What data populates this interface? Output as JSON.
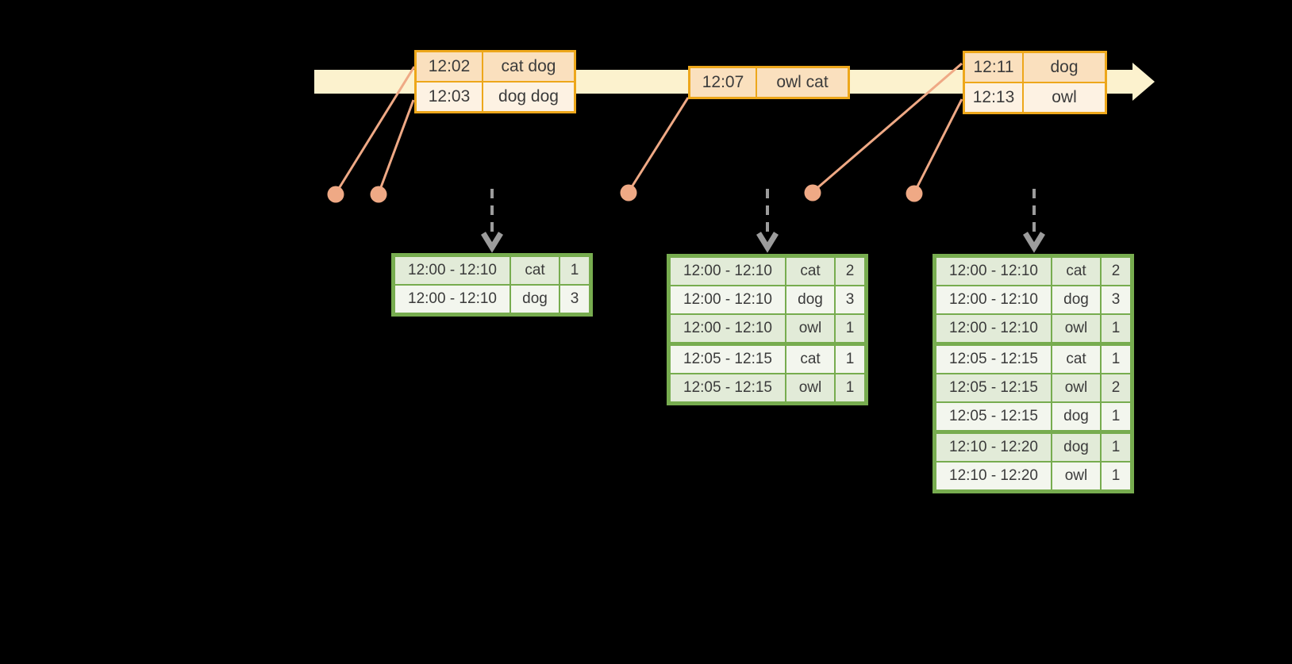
{
  "event_tables": [
    {
      "rows": [
        [
          "12:02",
          "cat dog"
        ],
        [
          "12:03",
          "dog dog"
        ]
      ]
    },
    {
      "rows": [
        [
          "12:07",
          "owl cat"
        ]
      ]
    },
    {
      "rows": [
        [
          "12:11",
          "dog"
        ],
        [
          "12:13",
          "owl"
        ]
      ]
    }
  ],
  "result_tables": [
    {
      "rows": [
        [
          "12:00 - 12:10",
          "cat",
          "1"
        ],
        [
          "12:00 - 12:10",
          "dog",
          "3"
        ]
      ]
    },
    {
      "rows": [
        [
          "12:00 - 12:10",
          "cat",
          "2"
        ],
        [
          "12:00 - 12:10",
          "dog",
          "3"
        ],
        [
          "12:00 - 12:10",
          "owl",
          "1"
        ],
        [
          "12:05 - 12:15",
          "cat",
          "1"
        ],
        [
          "12:05 - 12:15",
          "owl",
          "1"
        ]
      ]
    },
    {
      "rows": [
        [
          "12:00 - 12:10",
          "cat",
          "2"
        ],
        [
          "12:00 - 12:10",
          "dog",
          "3"
        ],
        [
          "12:00 - 12:10",
          "owl",
          "1"
        ],
        [
          "12:05 - 12:15",
          "cat",
          "1"
        ],
        [
          "12:05 - 12:15",
          "owl",
          "2"
        ],
        [
          "12:05 - 12:15",
          "dog",
          "1"
        ],
        [
          "12:10 - 12:20",
          "dog",
          "1"
        ],
        [
          "12:10 - 12:20",
          "owl",
          "1"
        ]
      ]
    }
  ],
  "colors": {
    "band": "#FCF2CE",
    "gold": "#EDA71B",
    "peachDark": "#FAE0BE",
    "peachLight": "#FDF2E3",
    "salmon": "#EFA985",
    "gray": "#9C9C9C",
    "green": "#77AC4F",
    "greenAlt": "#E2EBD8",
    "greenLight": "#F3F6EE",
    "text": "#3B3B3B"
  }
}
